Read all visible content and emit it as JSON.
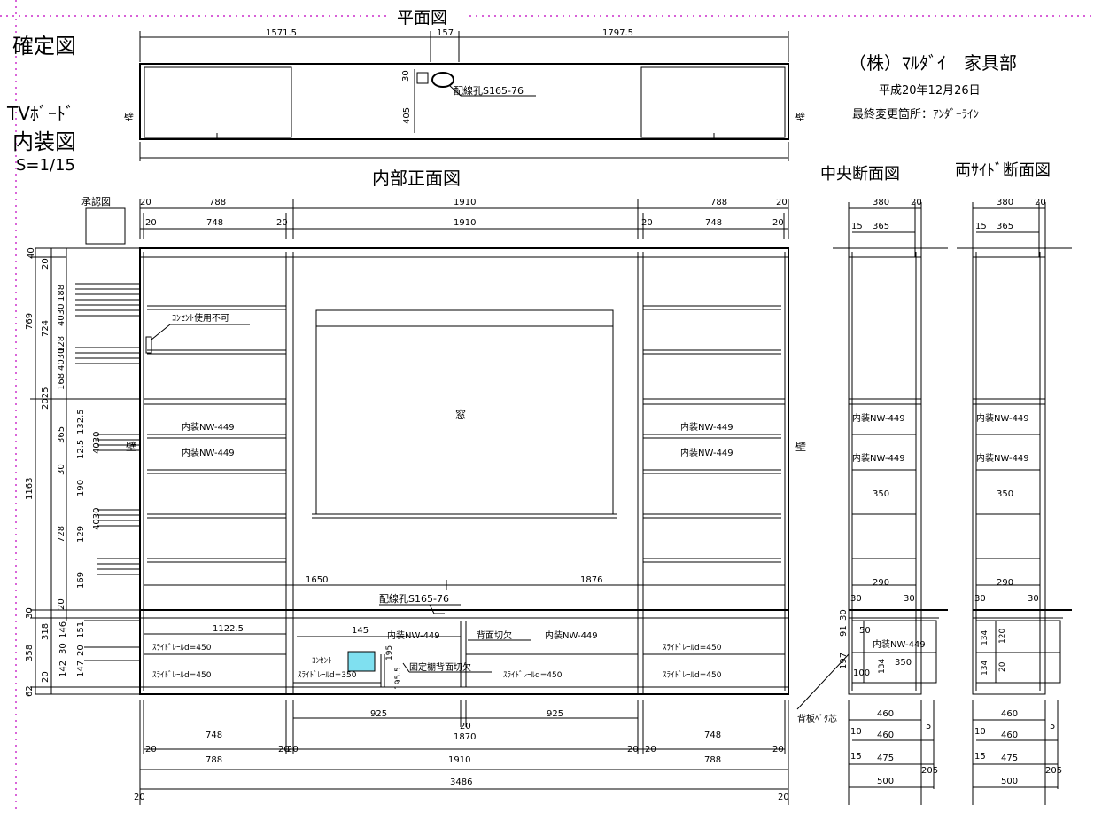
{
  "titles": {
    "plan": "平面図",
    "kakutei": "確定図",
    "tvboard": "TVﾎﾞｰﾄﾞ",
    "naisou": "内装図",
    "scale": "S=1/15",
    "shonin": "承認図",
    "company": "（株）ﾏﾙﾀﾞｲ　家具部",
    "date": "平成20年12月26日",
    "last_change": "最終変更箇所：ｱﾝﾀﾞｰﾗｲﾝ",
    "front": "内部正面図",
    "center_section": "中央断面図",
    "side_section": "両ｻｲﾄﾞ断面図"
  },
  "plan": {
    "dims": [
      "1571.5",
      "157",
      "1797.5"
    ],
    "depth": "405",
    "side": "30",
    "outlet": "配線孔S165-76",
    "wall_l": "壁",
    "wall_r": "壁"
  },
  "front": {
    "top1": [
      "20",
      "788",
      "1910",
      "788",
      "20"
    ],
    "top2": [
      "20",
      "748",
      "20",
      "1910",
      "20",
      "748",
      "20"
    ],
    "window": "窓",
    "wall_l": "壁",
    "wall_r": "壁",
    "concent_ng": "ｺﾝｾﾝﾄ使用不可",
    "naisou1": "内装NW-449",
    "naisou2": "内装NW-449",
    "naisou3": "内装NW-449",
    "naisou4": "内装NW-449",
    "d1650": "1650",
    "d1876": "1876",
    "haisen": "配線孔S165-76",
    "d1122": "1122.5",
    "d145": "145",
    "naisou5": "内装NW-449",
    "haimen": "背面切欠",
    "naisou6": "内装NW-449",
    "slide1": "ｽﾗｲﾄﾞﾚｰﾙd=450",
    "slide2": "ｽﾗｲﾄﾞﾚｰﾙd=450",
    "slide3": "ｽﾗｲﾄﾞﾚｰﾙd=350",
    "slide4": "ｽﾗｲﾄﾞﾚｰﾙd=450",
    "slide5": "ｽﾗｲﾄﾞﾚｰﾙd=450",
    "slide6": "ｽﾗｲﾄﾞﾚｰﾙd=450",
    "concent": "ｺﾝｾﾝﾄ",
    "kotei": "固定棚背面切欠",
    "d195": "195",
    "d1955": "195.5",
    "sokoita": "背板ﾍﾞﾀ芯",
    "bottom1": [
      "925",
      "20",
      "925"
    ],
    "d1870": "1870",
    "bottom2": [
      "748",
      "20",
      "20",
      "748",
      "20"
    ],
    "bottom3": [
      "20",
      "788",
      "20",
      "20",
      "1910",
      "20",
      "20",
      "788",
      "20"
    ],
    "total": "3486",
    "b20l": "20",
    "b20r": "20"
  },
  "left_dims": {
    "h40": "40",
    "h20a": "20",
    "h188": "188",
    "h4030a": "4030",
    "h724": "724",
    "h769": "769",
    "h128": "128",
    "h4030b": "4030",
    "h168": "168",
    "h2025": "2025",
    "h1325": "132.5",
    "h365": "365",
    "h4030c": "4030",
    "h125": "12.5",
    "h30a": "30",
    "h190": "190",
    "h1163": "1163",
    "h728": "728",
    "h129": "129",
    "h4030d": "4030",
    "h169": "169",
    "h20b": "20",
    "h30b": "30",
    "h146": "146",
    "h151": "151",
    "h318": "318",
    "h30c": "30",
    "h20c": "20",
    "h358": "358",
    "h142": "142",
    "h147": "147",
    "h20d": "20",
    "h62": "62"
  },
  "center": {
    "d380": "380",
    "d20": "20",
    "d15": "15",
    "d365": "365",
    "n1": "内装NW-449",
    "n2": "内装NW-449",
    "d350a": "350",
    "d290": "290",
    "d30a": "30",
    "d30b": "30",
    "d50": "50",
    "n3": "内装NW-449",
    "d350b": "350",
    "d100": "100",
    "d134": "134",
    "d197": "197",
    "d91": "91",
    "d30c": "30",
    "d460a": "460",
    "d10": "10",
    "d460b": "460",
    "d5": "5",
    "d15b": "15",
    "d475": "475",
    "d205": "205",
    "d500": "500"
  },
  "side": {
    "d380": "380",
    "d20": "20",
    "d15": "15",
    "d365": "365",
    "n1": "内装NW-449",
    "n2": "内装NW-449",
    "d350": "350",
    "d290": "290",
    "d30a": "30",
    "d30b": "30",
    "d134a": "134",
    "d120": "120",
    "d134b": "134",
    "d460a": "460",
    "d10": "10",
    "d460b": "460",
    "d5": "5",
    "d15b": "15",
    "d475": "475",
    "d205": "205",
    "d500": "500"
  },
  "colors": {
    "accent": "#7fe0f0",
    "dashed": "#c000c0"
  }
}
